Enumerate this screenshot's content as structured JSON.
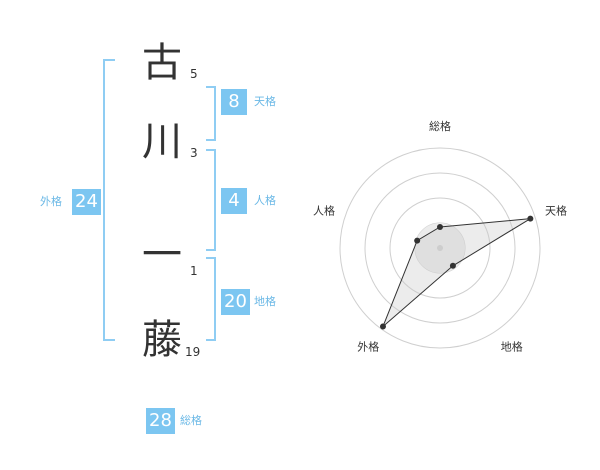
{
  "name": {
    "chars": [
      {
        "char": "古",
        "strokes": "5"
      },
      {
        "char": "川",
        "strokes": "3"
      },
      {
        "char": "一",
        "strokes": "1"
      },
      {
        "char": "藤",
        "strokes": "19"
      }
    ]
  },
  "fortune": {
    "tenkaku": {
      "value": "8",
      "label": "天格"
    },
    "jinkaku": {
      "value": "4",
      "label": "人格"
    },
    "chikaku": {
      "value": "20",
      "label": "地格"
    },
    "gaikaku": {
      "value": "24",
      "label": "外格"
    },
    "soukaku": {
      "value": "28",
      "label": "総格"
    }
  },
  "colors": {
    "accent": "#7cc6f1",
    "bracket": "#8fcdf3",
    "text": "#333333"
  },
  "chart_data": {
    "type": "radar",
    "axes": [
      "総格",
      "天格",
      "地格",
      "外格",
      "人格"
    ],
    "series": [
      {
        "values": [
          0.21,
          0.95,
          0.22,
          0.97,
          0.24
        ]
      }
    ],
    "range": [
      0,
      1
    ],
    "rings": 4
  }
}
